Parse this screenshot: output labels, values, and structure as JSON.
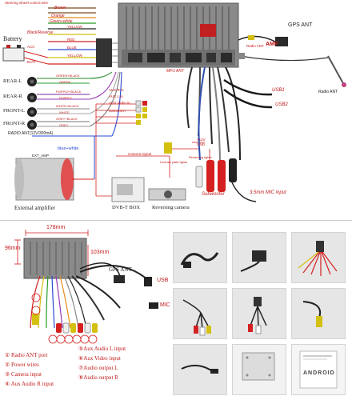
{
  "top": {
    "wire_labels": [
      "Steering wheel control wire",
      "Brown",
      "Orange",
      "Green+white",
      "Black/Reverse",
      "YELLOW",
      "RED",
      "BLUE",
      "ACC",
      "YELLOW",
      "BATT"
    ],
    "battery": "Battery",
    "gps_ant": "GPS ANT",
    "amp": "AMP",
    "radio_ant_small": "Radio ANT",
    "radio_ant_right": "Radio ANT",
    "mfu_ant": "MFU ANT",
    "speakers": [
      {
        "name": "REAR-L",
        "wires": [
          "GREEN+BLACK",
          "GREEN"
        ]
      },
      {
        "name": "REAR-R",
        "wires": [
          "PURPLE+BLACK",
          "PURPLE"
        ]
      },
      {
        "name": "FRONT-L",
        "wires": [
          "WHITE+BLACK",
          "WHITE"
        ]
      },
      {
        "name": "FRONT-R",
        "wires": [
          "GREY+BLACK",
          "GREY"
        ]
      }
    ],
    "radio_ant_line": "RADIO ANT(12V/300mA)",
    "blue_white": "blue+white",
    "ext_amp_tag": "EXT_AMP",
    "external_amplifier": "External amplifier",
    "aux_labels": [
      "AUX R in",
      "AUX L in",
      "AUX Video in",
      "Camera in"
    ],
    "usb1": "USB1",
    "usb2": "USB2",
    "camera_labels": [
      "Camera signal",
      "+12V",
      "GND",
      "License plate lights",
      "Reversing lights"
    ],
    "dvbt_box": "DVB-T BOX",
    "reversing_camera": "Reversing camera",
    "subwoofer": "Subwoofer",
    "mic_input": "3.5mm MIC input"
  },
  "bottom": {
    "dim_width": "178mm",
    "dim_height": "96mm",
    "dim_depth": "103mm",
    "gps_ant": "GPS ANT",
    "usb": "USB",
    "mic": "MIC",
    "numbers": [
      "①",
      "②",
      "③",
      "④",
      "⑤",
      "⑥",
      "⑦",
      "⑧"
    ],
    "legend_left": [
      "① Radio ANT port",
      "② Power wires",
      "③ Camera input",
      "④ Aux Audio R input"
    ],
    "legend_right": [
      "⑤Aux Audio L input",
      "⑥Aux Video input",
      "⑦Audio output L",
      "⑧Audio output R"
    ],
    "package_text": "ANDROID"
  }
}
